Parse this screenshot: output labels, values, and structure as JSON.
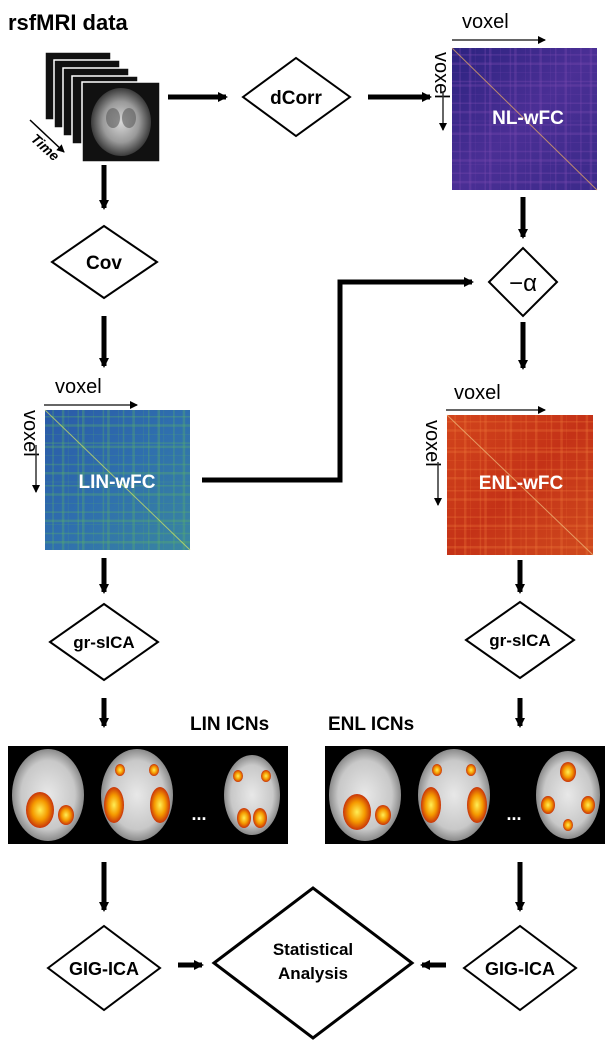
{
  "input": {
    "title": "rsfMRI data",
    "time_label": "Time"
  },
  "nodes": {
    "dcorr": "dCorr",
    "cov": "Cov",
    "alpha": "−α",
    "gr_sica_left": "gr-sICA",
    "gr_sica_right": "gr-sICA",
    "gig_ica_left": "GIG-ICA",
    "gig_ica_right": "GIG-ICA",
    "statistical_analysis_line1": "Statistical",
    "statistical_analysis_line2": "Analysis"
  },
  "matrices": {
    "nl_wfc": {
      "label": "NL-wFC",
      "x_axis": "voxel",
      "y_axis": "voxel",
      "colormap": "plasma-dark",
      "base_color": "#3a2a88"
    },
    "lin_wfc": {
      "label": "LIN-wFC",
      "x_axis": "voxel",
      "y_axis": "voxel",
      "colormap": "viridis",
      "base_color": "#2e62b0"
    },
    "enl_wfc": {
      "label": "ENL-wFC",
      "x_axis": "voxel",
      "y_axis": "voxel",
      "colormap": "hot",
      "base_color": "#c8361a"
    }
  },
  "icn_panels": {
    "lin": {
      "title": "LIN ICNs",
      "ellipsis": "..."
    },
    "enl": {
      "title": "ENL ICNs",
      "ellipsis": "..."
    }
  },
  "colors": {
    "arrow": "#000000",
    "panel_bg": "#000000",
    "activation": "#f5a000"
  }
}
